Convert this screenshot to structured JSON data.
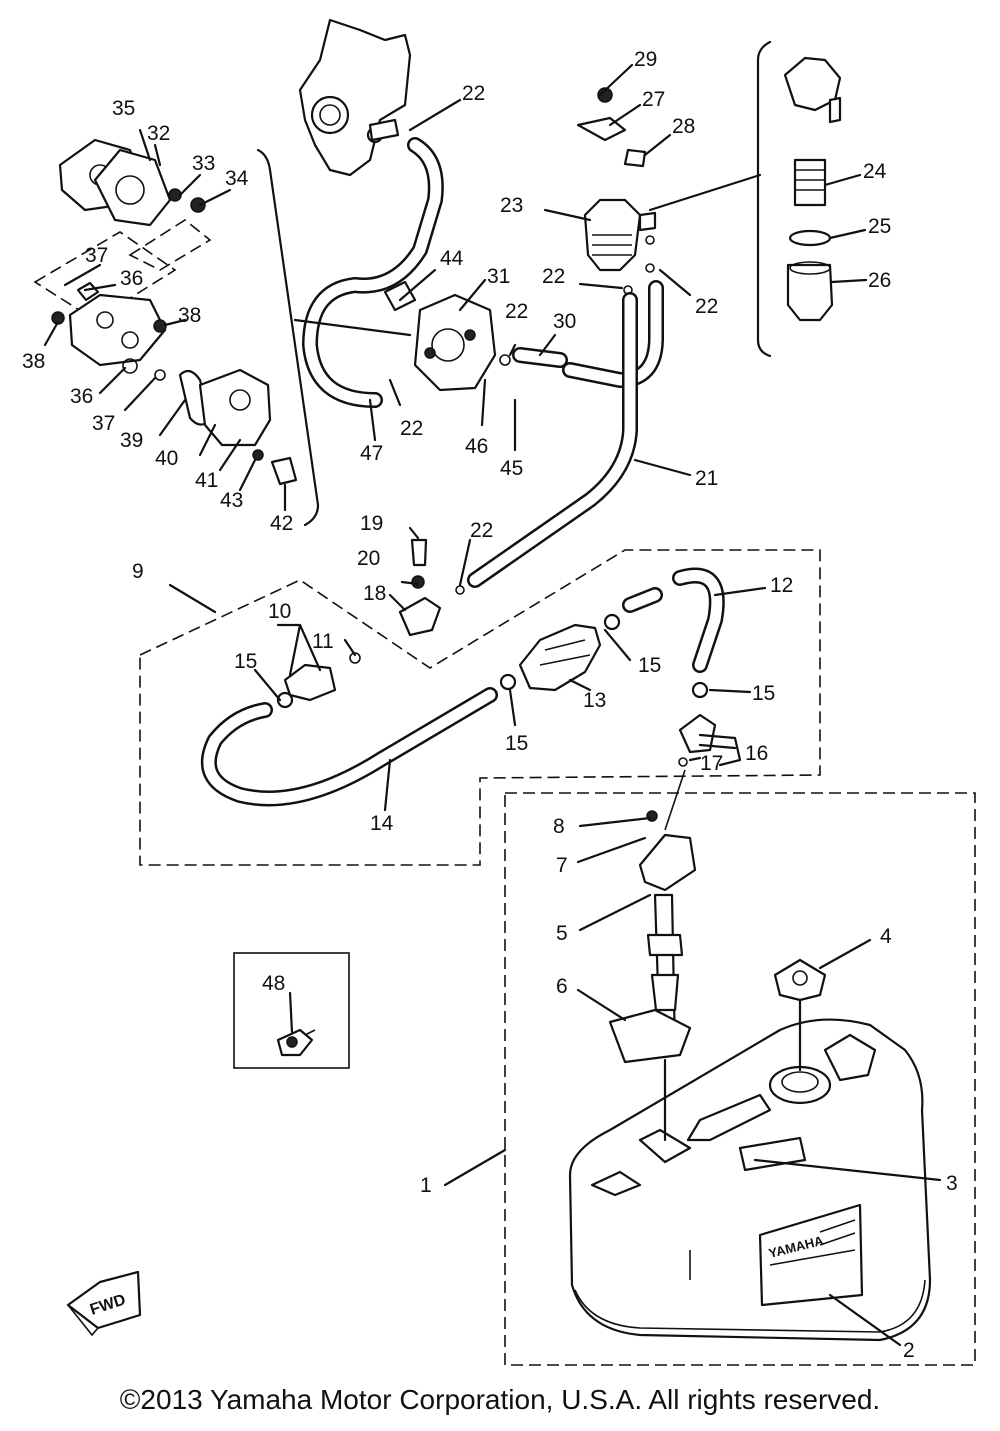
{
  "diagram": {
    "callouts": [
      "1",
      "2",
      "3",
      "4",
      "5",
      "6",
      "7",
      "8",
      "9",
      "10",
      "11",
      "12",
      "13",
      "14",
      "15",
      "15",
      "15",
      "15",
      "15",
      "16",
      "17",
      "18",
      "19",
      "20",
      "21",
      "22",
      "22",
      "22",
      "22",
      "22",
      "22",
      "22",
      "23",
      "24",
      "25",
      "26",
      "27",
      "28",
      "29",
      "30",
      "31",
      "32",
      "33",
      "34",
      "35",
      "36",
      "36",
      "37",
      "37",
      "38",
      "38",
      "39",
      "40",
      "41",
      "42",
      "43",
      "44",
      "45",
      "46",
      "47",
      "48"
    ],
    "tank_brand": "YAMAHA",
    "direction_label": "FWD"
  },
  "footer": {
    "copyright": "©2013 Yamaha Motor Corporation, U.S.A. All rights reserved."
  }
}
